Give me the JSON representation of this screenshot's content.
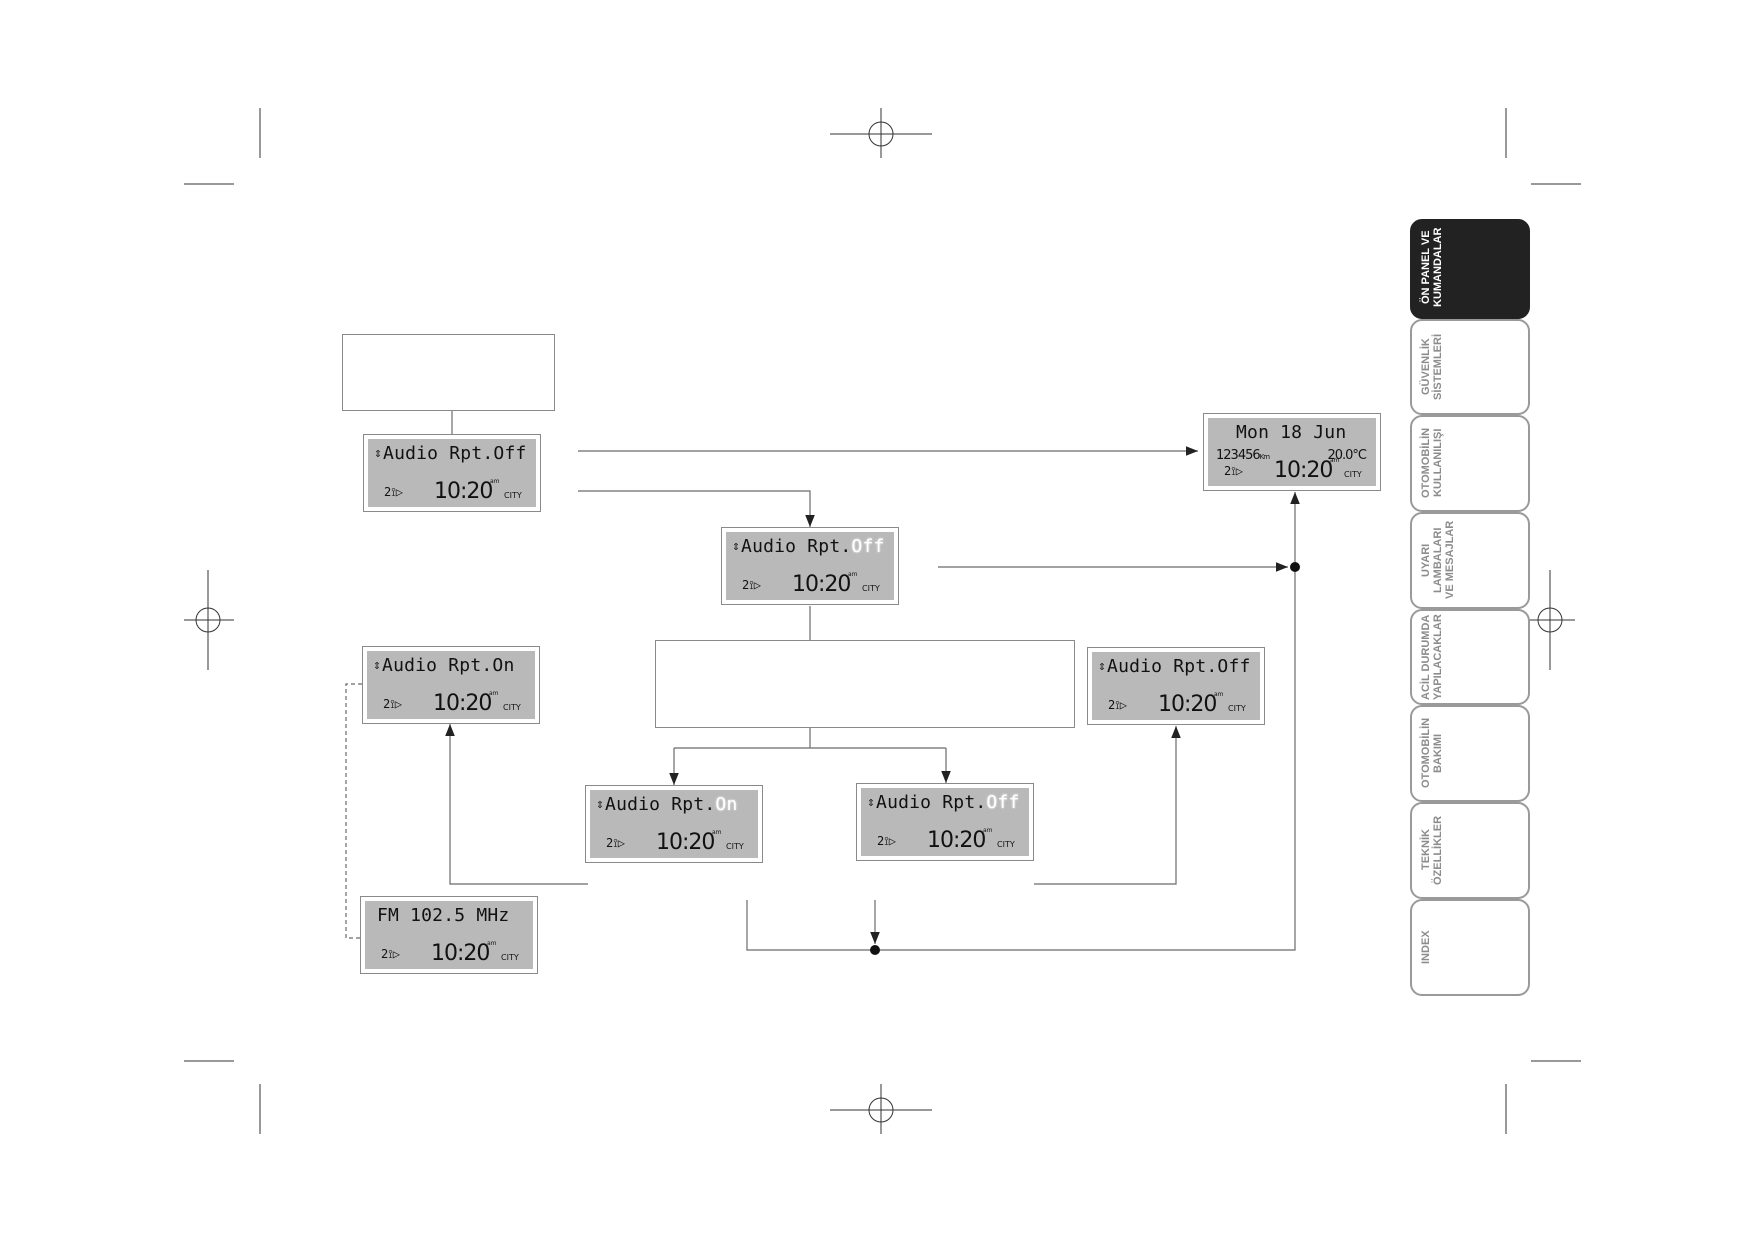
{
  "lcd_menu": {
    "item_label": "Audio Rpt.",
    "value_off": "Off",
    "value_on": "On",
    "fan_symbol": "2⟟▷",
    "time": "10:20",
    "ampm": "am",
    "mode": "CITY",
    "arrows_symbol": "⇕"
  },
  "lcd_home": {
    "date": "Mon 18 Jun",
    "odometer": "123456",
    "odometer_unit": "Km",
    "temperature": "20.0°C"
  },
  "lcd_radio": {
    "station": "FM 102.5 MHz"
  },
  "side_tabs": [
    {
      "label": "ÖN PANEL VE KUMANDALAR",
      "active": true
    },
    {
      "label": "GÜVENLİK SİSTEMLERİ",
      "active": false
    },
    {
      "label": "OTOMOBİLİN KULLANILIŞI",
      "active": false
    },
    {
      "label": "UYARI LAMBALARI VE MESAJLAR",
      "active": false
    },
    {
      "label": "ACİL DURUMDA YAPILACAKLAR",
      "active": false
    },
    {
      "label": "OTOMOBİLİN BAKIMI",
      "active": false
    },
    {
      "label": "TEKNİK ÖZELLİKLER",
      "active": false
    },
    {
      "label": "INDEX",
      "active": false
    }
  ],
  "colors": {
    "line": "#6a6a6a",
    "lcd_screen": "#b9b9b9",
    "tab_active": "#222222",
    "tab_border": "#9a9a9a"
  }
}
